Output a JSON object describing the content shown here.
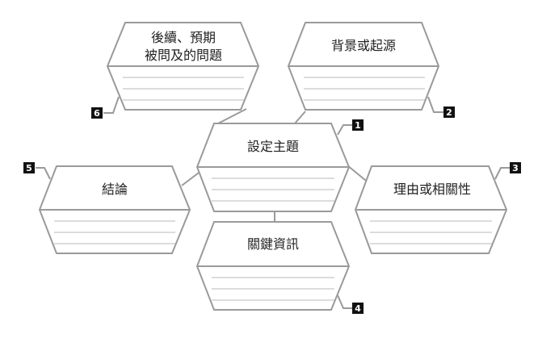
{
  "diagram": {
    "boxes": [
      {
        "key": "top-left",
        "title_lines": [
          "後續、預期",
          "被問及的問題"
        ],
        "badge": "6"
      },
      {
        "key": "top-right",
        "title_lines": [
          "背景或起源"
        ],
        "badge": "2"
      },
      {
        "key": "center",
        "title_lines": [
          "設定主題"
        ],
        "badge": "1"
      },
      {
        "key": "left",
        "title_lines": [
          "結論"
        ],
        "badge": "5"
      },
      {
        "key": "right",
        "title_lines": [
          "理由或相關性"
        ],
        "badge": "3"
      },
      {
        "key": "bottom",
        "title_lines": [
          "關鍵資訊"
        ],
        "badge": "4"
      }
    ],
    "colors": {
      "outline": "#9a9a9a",
      "writing_lines": "#b8b8b8",
      "badge": "#111111",
      "title_text": "#222222"
    }
  }
}
